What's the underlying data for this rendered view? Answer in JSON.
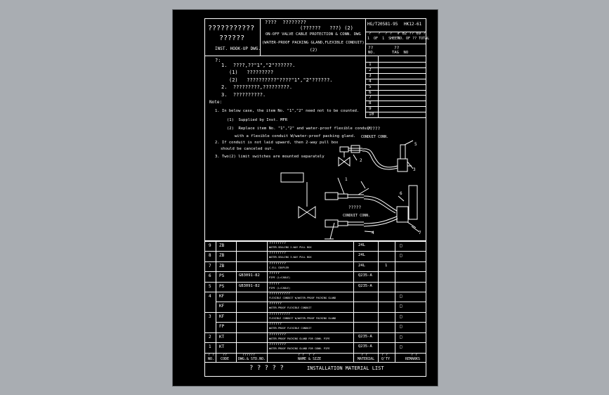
{
  "drawing": {
    "colors": {
      "viewport_bg": "#a9adb2",
      "sheet_bg": "#000000",
      "ink": "#ffffff"
    },
    "title_block": {
      "left_title": "???????????",
      "left_sub": "??????",
      "left_caption": "INST. HOOK-UP DWG.",
      "mid_title_q": "????  ????????",
      "mid_title_q2": "(??????   ???) (2)",
      "mid_en1": "ON-OFF VALVE CABLE PROTECTION & CONN. DWG",
      "mid_en2": "(WATER-PROOF PACKING GLAND,FLEXIBLE CONDUIT)",
      "mid_en3": "(2)",
      "dwg_no": "HG/T20581-95",
      "sheet_code": "HK12-61",
      "page_label": "?   ?  ? ?  ?",
      "page_of": "1  OF  1  SHEET",
      "page_total": "? 82 ?? 69 ?",
      "page_total2": "NO. OF ?? TOTAL"
    },
    "revision_table": {
      "header_col1": "??",
      "header_col1b": "NO.",
      "header_col2": "??",
      "header_col3": "TAG  NO",
      "rows": [
        "1",
        "2",
        "3",
        "4",
        "5",
        "6",
        "7",
        "8",
        "9",
        "10"
      ]
    },
    "notes": {
      "q_head": "?:",
      "q1": "1.  ????,??\"1\",\"2\"??????.",
      "q1a": "(1)   ?????????",
      "q1b": "(2)   ??????????\"????\"1\",\"2\"??????.",
      "q2": "2.  ?????????,?????????.",
      "q3": "3.  ??????????.",
      "note_head": "Note:",
      "n1": "1. In below case, the item No. \"1\",\"2\" need not to be counted.",
      "n1a": "(1)  Supplied by Inst. MFR",
      "n1b": "(2)  Replace item No. \"1\",\"2\" and water-proof flexible conduit",
      "n1b2": "with a flexible conduit W/water-proof packing gland.",
      "n2": "2. If conduit is not laid upward, then 2-way pull box",
      "n2b": "should be canceled out.",
      "n3": "3. Two(2) limit switches are mounted separately"
    },
    "diagram_labels": {
      "conduit_conn_q": "?????",
      "conduit_conn": "CONDUIT CONN.",
      "conduit_conn2_q": "?????",
      "conduit_conn2": "CONDUIT CONN.",
      "callouts": [
        "1",
        "2",
        "3",
        "4",
        "5",
        "6",
        "7"
      ]
    },
    "material_list": {
      "header": {
        "no": "? ?",
        "no_en": "NO.",
        "code_q": "??",
        "code": "CODE",
        "std_q": "??????",
        "std": "DWG.& STD.NO.",
        "name_q": "? ?  ? ?",
        "name": "NAME & SIZE",
        "mat_q": "? ?",
        "mat": "MATERIAL",
        "qty_q": "? ?",
        "qty": "Q'TY",
        "rem_q": "? ?",
        "rem": "REMARKS"
      },
      "rows": [
        {
          "no": "9",
          "code": "ZB",
          "std": "",
          "name_q": "????????",
          "name": "WATER-SEALING 2-WAY PULL BOX",
          "mat": "24L",
          "qty": "",
          "rem": "□"
        },
        {
          "no": "8",
          "code": "ZB",
          "std": "",
          "name_q": "????????",
          "name": "WATER-SEALING 3-WAY PULL BOX",
          "mat": "24L",
          "qty": "",
          "rem": "□"
        },
        {
          "no": "7",
          "code": "ZB",
          "std": "",
          "name_q": "????????",
          "name": "C-ELL COUPLER",
          "mat": "24L",
          "qty": "1",
          "rem": ""
        },
        {
          "no": "6",
          "code": "PS",
          "std": "GB3091-82",
          "name_q": "?????",
          "name": "PIPE (L=CABLE)",
          "mat": "Q235-A",
          "qty": "",
          "rem": ""
        },
        {
          "no": "5",
          "code": "PS",
          "std": "GB3091-82",
          "name_q": "?????",
          "name": "PIPE (L=CABLE)",
          "mat": "Q235-A",
          "qty": "",
          "rem": ""
        },
        {
          "no": "4",
          "code": "KF",
          "std": "",
          "name_q": "??????????",
          "name": "FLEXIBLE CONDUIT W/WATER-PROOF PACKING GLAND",
          "mat": "",
          "qty": "",
          "rem": "□"
        },
        {
          "no": "",
          "code": "KF",
          "std": "",
          "name_q": "??????",
          "name": "WATER-PROOF FLEXIBLE CONDUIT",
          "mat": "",
          "qty": "",
          "rem": "□"
        },
        {
          "no": "3",
          "code": "KF",
          "std": "",
          "name_q": "??????????",
          "name": "FLEXIBLE CONDUIT W/WATER-PROOF PACKING GLAND",
          "mat": "",
          "qty": "",
          "rem": "□"
        },
        {
          "no": "",
          "code": "FP",
          "std": "",
          "name_q": "??????",
          "name": "WATER-PROOF FLEXIBLE CONDUIT",
          "mat": "",
          "qty": "",
          "rem": "□"
        },
        {
          "no": "2",
          "code": "KT",
          "std": "",
          "name_q": "????????",
          "name": "WATER-PROOF PACKING GLAND FOR CONN. PIPE",
          "mat": "Q235-A",
          "qty": "",
          "rem": "□"
        },
        {
          "no": "1",
          "code": "KT",
          "std": "",
          "name_q": "????????",
          "name": "WATER-PROOF PACKING GLAND FOR CONN. PIPE",
          "mat": "Q235-A",
          "qty": "",
          "rem": "□"
        }
      ],
      "footer_q": "? ? ? ? ?",
      "footer": "INSTALLATION MATERIAL LIST"
    }
  }
}
